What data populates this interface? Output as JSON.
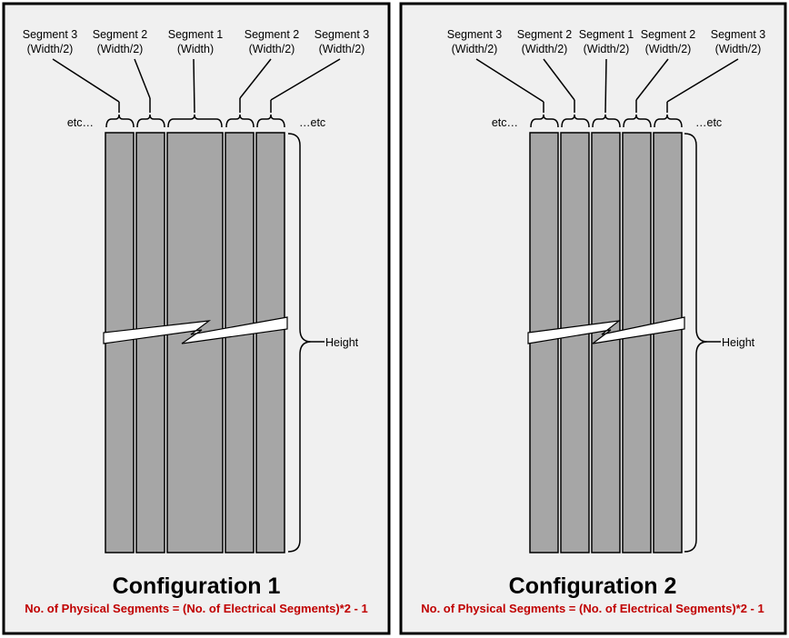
{
  "panels": [
    {
      "title": "Configuration 1",
      "formula": "No. of Physical Segments =  (No. of Electrical Segments)*2 - 1",
      "top_labels": [
        {
          "name": "Segment 3",
          "size": "(Width/2)"
        },
        {
          "name": "Segment 2",
          "size": "(Width/2)"
        },
        {
          "name": "Segment 1",
          "size": "(Width)"
        },
        {
          "name": "Segment 2",
          "size": "(Width/2)"
        },
        {
          "name": "Segment 3",
          "size": "(Width/2)"
        }
      ],
      "etc_left": "etc…",
      "etc_right": "…etc",
      "height_label": "Height"
    },
    {
      "title": "Configuration 2",
      "formula": "No. of Physical Segments =  (No. of Electrical Segments)*2 - 1",
      "top_labels": [
        {
          "name": "Segment 3",
          "size": "(Width/2)"
        },
        {
          "name": "Segment 2",
          "size": "(Width/2)"
        },
        {
          "name": "Segment 1",
          "size": "(Width/2)"
        },
        {
          "name": "Segment 2",
          "size": "(Width/2)"
        },
        {
          "name": "Segment 3",
          "size": "(Width/2)"
        }
      ],
      "etc_left": "etc…",
      "etc_right": "…etc",
      "height_label": "Height"
    }
  ],
  "colors": {
    "panel_bg": "#f0f0f0",
    "panel_border": "#000000",
    "strip_fill": "#a6a6a6",
    "formula_text": "#c00000"
  }
}
